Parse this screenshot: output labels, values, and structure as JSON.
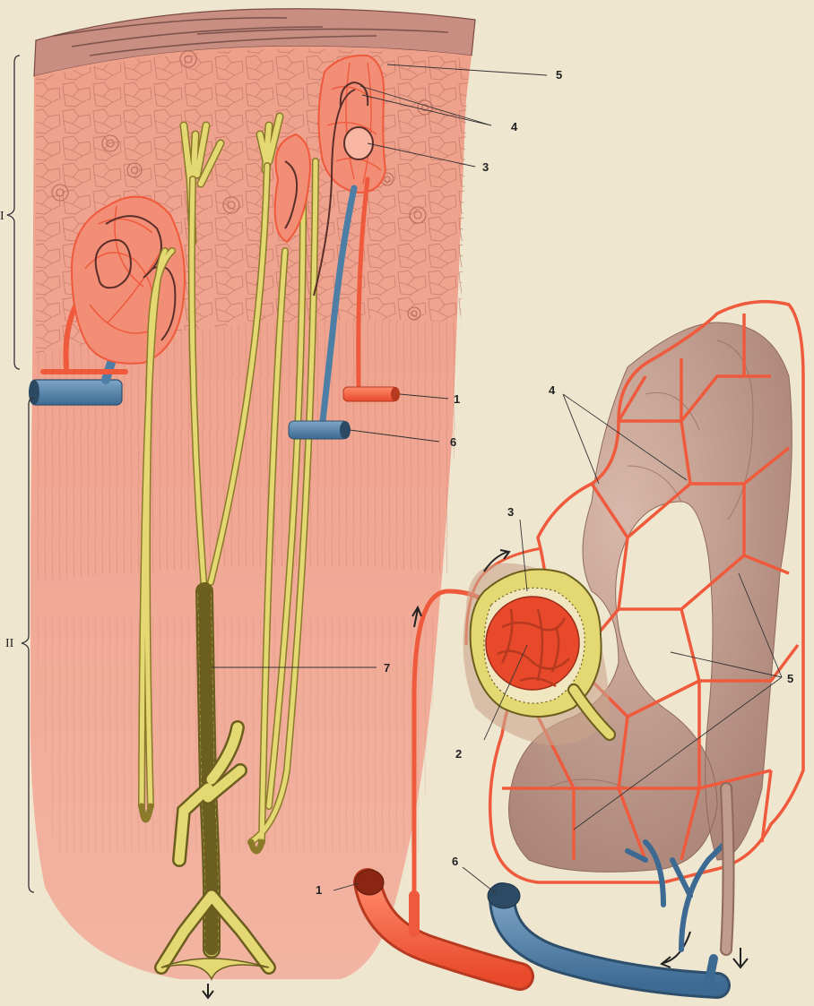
{
  "figure": {
    "section_labels": {
      "cortex": "I",
      "medulla": "II"
    },
    "left_panel_labels": [
      "5",
      "4",
      "3",
      "1",
      "6",
      "7"
    ],
    "right_panel_labels": [
      "4",
      "3",
      "2",
      "5",
      "1",
      "6"
    ]
  },
  "colors": {
    "paper": "#efe6cf",
    "tissue": "#f0a38f",
    "artery": "#ef5a3c",
    "vein": "#4c7ea6",
    "tubule": "#e4d873",
    "renal_tubule": "#bf9c8c"
  }
}
